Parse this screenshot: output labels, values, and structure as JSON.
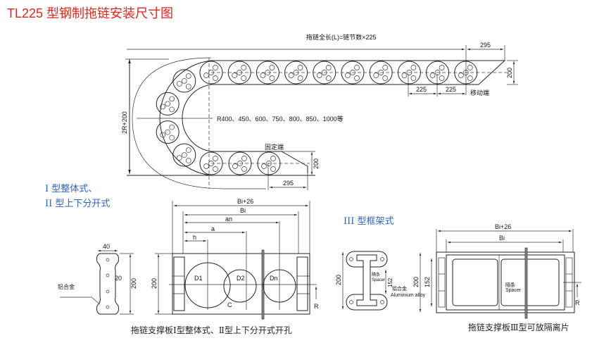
{
  "title": "TL225 型钢制拖链安装尺寸图",
  "colors": {
    "title": "#e2231a",
    "section": "#2f64b4",
    "line": "#222222"
  },
  "chain": {
    "length_formula": "拖链全长(L)=链节数×225",
    "end_offset": "295",
    "height": "200",
    "pitch_1": "225",
    "pitch_2": "225",
    "moving_end": "移动端",
    "fixed_end": "固定端",
    "fixed_offset": "295",
    "fixed_height": "200",
    "bend_height": "2R+200",
    "radii": "R400、450、600、750、800、850、1000等"
  },
  "type12": {
    "heading_1": "I 型整体式、",
    "heading_2": "II 型上下分开式",
    "profile_width": "40",
    "profile_web": "20",
    "profile_height": "200",
    "material": "铝合金",
    "dim_outer": "Bi+26",
    "dim_inner": "Bi",
    "dim_an": "an",
    "dim_a": "a",
    "dim_h": "h",
    "plate_height": "200",
    "d1": "D1",
    "d2": "D2",
    "dn": "Dn",
    "gap": "C",
    "r": "R",
    "caption": "拖链支撑板Ⅰ型整体式、Ⅱ型上下分开式开孔"
  },
  "type3": {
    "heading": "III 型框架式",
    "profile_height": "200",
    "spacer_height": "152",
    "spacer_cn": "隔条",
    "spacer_en": "Spacer",
    "material_cn": "铝合金",
    "material_en": "Aluminium alloy",
    "dim_outer": "Bi+26",
    "dim_inner": "Bi",
    "frame_height": "200",
    "frame_inner": "152",
    "frame_spacer_cn": "隔条",
    "frame_spacer_en": "Spacer",
    "r": "R",
    "caption": "拖链支撑板Ⅲ型可放隔离片"
  }
}
